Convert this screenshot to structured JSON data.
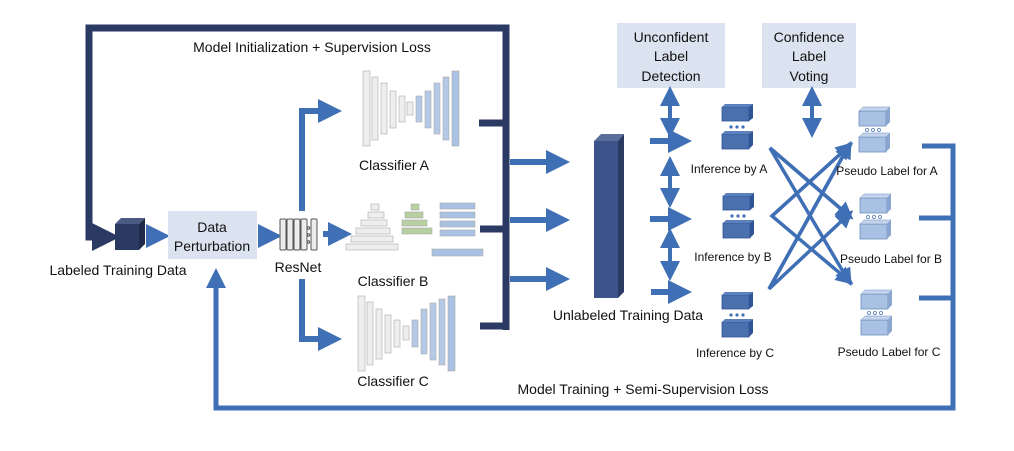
{
  "labels": {
    "top_loop": "Model Initialization + Supervision Loss",
    "bottom_loop": "Model Training + Semi-Supervision Loss",
    "labeled_data": "Labeled Training Data",
    "data_perturbation": [
      "Data",
      "Perturbation"
    ],
    "resnet": "ResNet",
    "classifier_a": "Classifier A",
    "classifier_b": "Classifier B",
    "classifier_c": "Classifier C",
    "unlabeled_data": "Unlabeled Training Data",
    "unconfident": [
      "Unconfident",
      "Label",
      "Detection"
    ],
    "confidence": [
      "Confidence",
      "Label",
      "Voting"
    ],
    "inference_a": "Inference by A",
    "inference_b": "Inference by B",
    "inference_c": "Inference by C",
    "pseudo_a": "Pseudo Label for A",
    "pseudo_b": "Pseudo Label for B",
    "pseudo_c": "Pseudo Label for C"
  },
  "colors": {
    "navy": "#2b3a63",
    "blue": "#3f6fb5",
    "box": "#dce3f0",
    "light_blue": "#a9c1e2"
  }
}
